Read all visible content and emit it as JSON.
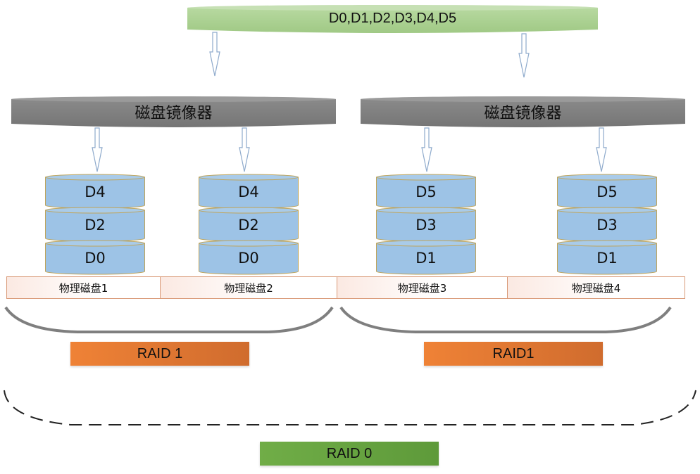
{
  "source": {
    "label": "D0,D1,D2,D3,D4,D5",
    "color": "#a9d18e"
  },
  "mirrors": [
    {
      "label": "磁盘镜像器",
      "color": "#7f7f7f"
    },
    {
      "label": "磁盘镜像器",
      "color": "#7f7f7f"
    }
  ],
  "disks": [
    {
      "name": "物理磁盘1",
      "blocks": [
        "D4",
        "D2",
        "D0"
      ]
    },
    {
      "name": "物理磁盘2",
      "blocks": [
        "D4",
        "D2",
        "D0"
      ]
    },
    {
      "name": "物理磁盘3",
      "blocks": [
        "D5",
        "D3",
        "D1"
      ]
    },
    {
      "name": "物理磁盘4",
      "blocks": [
        "D5",
        "D3",
        "D1"
      ]
    }
  ],
  "raid1_groups": [
    {
      "label": "RAID 1",
      "color": "#ed7d31"
    },
    {
      "label": "RAID1",
      "color": "#ed7d31"
    }
  ],
  "raid0": {
    "label": "RAID 0",
    "color": "#70ad47"
  },
  "colors": {
    "block_fill": "#9dc3e6",
    "block_stroke": "#bfa45a",
    "arrow_stroke": "#8eaacc",
    "bracket": "#7f7f7f"
  }
}
